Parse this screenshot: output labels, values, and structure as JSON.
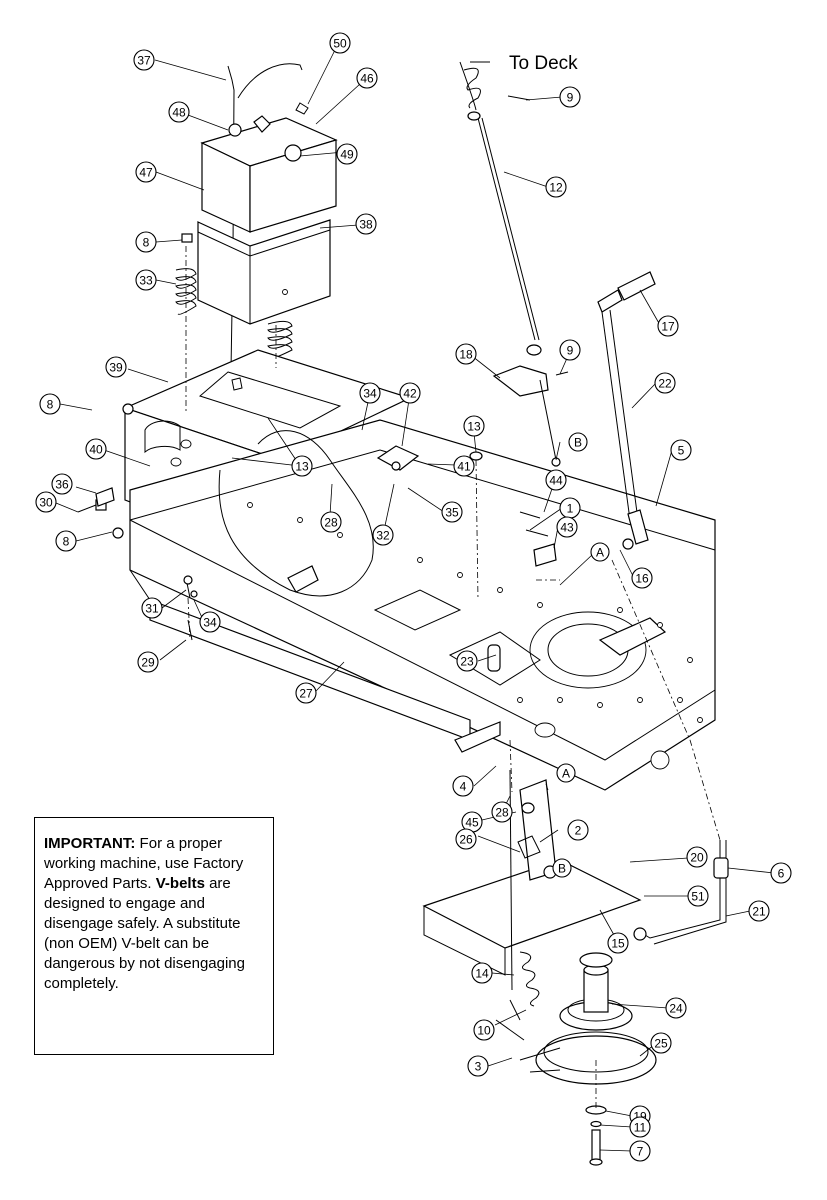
{
  "diagram": {
    "to_deck_label": "To Deck",
    "callouts": [
      {
        "id": "c37",
        "label": "37"
      },
      {
        "id": "c50",
        "label": "50"
      },
      {
        "id": "c9a",
        "label": "9"
      },
      {
        "id": "c46",
        "label": "46"
      },
      {
        "id": "c48",
        "label": "48"
      },
      {
        "id": "c49",
        "label": "49"
      },
      {
        "id": "c47",
        "label": "47"
      },
      {
        "id": "c12",
        "label": "12"
      },
      {
        "id": "c8a",
        "label": "8"
      },
      {
        "id": "c38",
        "label": "38"
      },
      {
        "id": "c33",
        "label": "33"
      },
      {
        "id": "c17",
        "label": "17"
      },
      {
        "id": "c18",
        "label": "18"
      },
      {
        "id": "c9b",
        "label": "9"
      },
      {
        "id": "c22",
        "label": "22"
      },
      {
        "id": "c39",
        "label": "39"
      },
      {
        "id": "c34a",
        "label": "34"
      },
      {
        "id": "c42",
        "label": "42"
      },
      {
        "id": "c8b",
        "label": "8"
      },
      {
        "id": "c13a",
        "label": "13"
      },
      {
        "id": "cBa",
        "label": "B"
      },
      {
        "id": "c40",
        "label": "40"
      },
      {
        "id": "c41",
        "label": "41"
      },
      {
        "id": "c5",
        "label": "5"
      },
      {
        "id": "c13b",
        "label": "13"
      },
      {
        "id": "c36",
        "label": "36"
      },
      {
        "id": "c35",
        "label": "35"
      },
      {
        "id": "c44",
        "label": "44"
      },
      {
        "id": "c30",
        "label": "30"
      },
      {
        "id": "c28a",
        "label": "28"
      },
      {
        "id": "c32",
        "label": "32"
      },
      {
        "id": "c1",
        "label": "1"
      },
      {
        "id": "c43",
        "label": "43"
      },
      {
        "id": "c8c",
        "label": "8"
      },
      {
        "id": "cAa",
        "label": "A"
      },
      {
        "id": "c16",
        "label": "16"
      },
      {
        "id": "c31",
        "label": "31"
      },
      {
        "id": "c34b",
        "label": "34"
      },
      {
        "id": "c29",
        "label": "29"
      },
      {
        "id": "c23",
        "label": "23"
      },
      {
        "id": "c27",
        "label": "27"
      },
      {
        "id": "c4",
        "label": "4"
      },
      {
        "id": "c28b",
        "label": "28"
      },
      {
        "id": "cAb",
        "label": "A"
      },
      {
        "id": "c45",
        "label": "45"
      },
      {
        "id": "c2",
        "label": "2"
      },
      {
        "id": "c26",
        "label": "26"
      },
      {
        "id": "c20",
        "label": "20"
      },
      {
        "id": "cBb",
        "label": "B"
      },
      {
        "id": "c6",
        "label": "6"
      },
      {
        "id": "c51",
        "label": "51"
      },
      {
        "id": "c21",
        "label": "21"
      },
      {
        "id": "c15",
        "label": "15"
      },
      {
        "id": "c14",
        "label": "14"
      },
      {
        "id": "c24",
        "label": "24"
      },
      {
        "id": "c10",
        "label": "10"
      },
      {
        "id": "c25",
        "label": "25"
      },
      {
        "id": "c3",
        "label": "3"
      },
      {
        "id": "c19",
        "label": "19"
      },
      {
        "id": "c11",
        "label": "11"
      },
      {
        "id": "c7",
        "label": "7"
      }
    ]
  },
  "notice": {
    "important_label": "IMPORTANT:",
    "line1": " For a proper working machine, use Factory Approved Parts.",
    "vbelts_label": "V-belts",
    "line2": " are designed to engage and disengage safely. A substitute (non OEM) V-belt can be dangerous by not disengaging completely."
  }
}
